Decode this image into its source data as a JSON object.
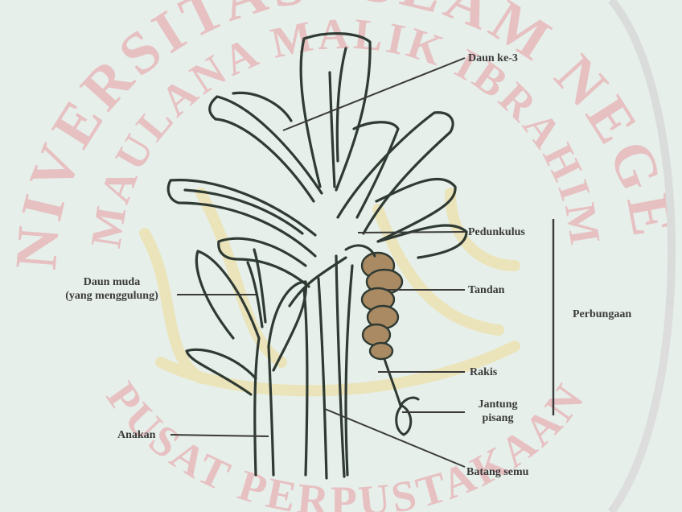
{
  "watermark": {
    "ring_top_text": "UNIVERSITAS ISLAM NEGERI",
    "ring_inner_text": "MAULANA MALIK IBRAHIM",
    "ring_bottom_text": "PUSAT PERPUSTAKAAN",
    "red_color": "#e8b8bc",
    "gold_color": "#ede3b2"
  },
  "labels": {
    "daun_ke3": "Daun ke-3",
    "pedunkulus": "Pedunkulus",
    "tandan": "Tandan",
    "perbungaan": "Perbungaan",
    "rakis": "Rakis",
    "jantung_line1": "Jantung",
    "jantung_line2": "pisang",
    "batang_semu": "Batang semu",
    "daun_muda_line1": "Daun muda",
    "daun_muda_line2": "(yang menggulung)",
    "anakan": "Anakan"
  },
  "colors": {
    "outline": "#2f3a33",
    "fruit_fill": "#a98a62",
    "pointer": "#3a3a3a",
    "background": "#e6efea"
  }
}
